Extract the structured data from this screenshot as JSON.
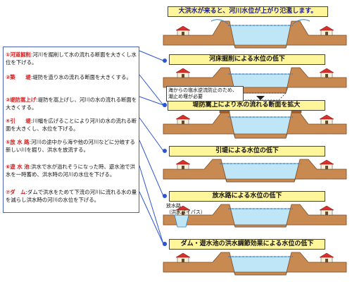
{
  "title": "大洪水が来ると、河川水位が上がり氾濫します。",
  "measures": [
    {
      "term": "①河道掘削",
      "desc": ":河川を掘削して水の流れる断面を大きくし水位を下げる。"
    },
    {
      "term": "②築　　堤",
      "desc": ":堤防を造り水の流れる断面を大きくする。"
    },
    {
      "term": "③堤防嵩上げ",
      "desc": ":堤防を嵩上げし、河川の水の流れる断面を大きくする。"
    },
    {
      "term": "④引　　堤",
      "desc": ":川幅を広げることにより河川の水の流れる断面を大きくし、水位を下げる。"
    },
    {
      "term": "⑤放 水 路",
      "desc": ":河川の途中から海や他の河川などに分岐する新しい川を掘り、洪水を放流する。"
    },
    {
      "term": "⑥遊 水 池",
      "desc": ":洪水で水が溢れそうになった時、遊水池で洪水を一時蓄め、洪水時の河川の水位を下げる。"
    },
    {
      "term": "⑦ダ　ム",
      "desc": ":ダムで洪水をためて下流の河川に流れる水の量を減らし洪水時の河川の水位を下げる。"
    }
  ],
  "banners": [
    "河床掘削による水位の低下",
    "堤防嵩上により水の流れる断面を拡大",
    "引堤による水位の低下",
    "放水路による水位の低下",
    "ダム・遊水池の洪水調節効果による水位の低下"
  ],
  "notes": {
    "seawater": "海からの塩水逆流防止のため、潮止め堰が必要",
    "floodway": "放水路\n（洪水バイパス）"
  },
  "colors": {
    "bank": "#c98a52",
    "bank_dark": "#7a4a22",
    "water": "#bfe6f7",
    "water_line": "#3a7fc0",
    "roof": "#d8302a",
    "house_wall": "#f7f0d8",
    "banner_bg": "#fff59a",
    "connector": "#2d55d2"
  }
}
